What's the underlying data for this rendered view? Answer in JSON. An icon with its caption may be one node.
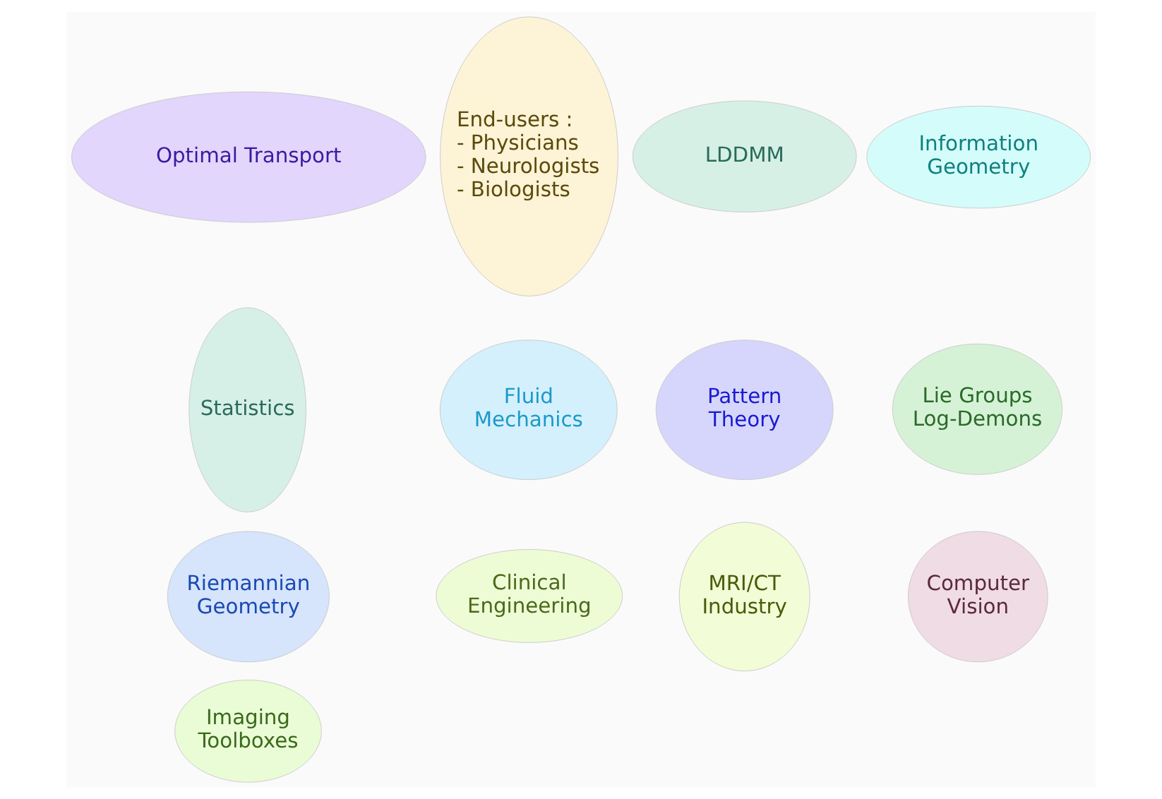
{
  "diagram": {
    "nodes": [
      {
        "text": [
          "Fluid Mechanics"
        ]
      },
      {
        "text": [
          "Information Geometry"
        ]
      },
      {
        "text": [
          "MRI/CT Industry"
        ]
      },
      {
        "text": [
          "End-users :",
          "- Physicians",
          "- Neurologists",
          "- Biologists"
        ]
      },
      {
        "text": [
          "Riemannian Geometry"
        ]
      },
      {
        "text": [
          "Statistics"
        ]
      },
      {
        "text": [
          "Lie Groups Log-Demons"
        ]
      },
      {
        "text": [
          "Imaging Toolboxes"
        ]
      },
      {
        "text": [
          "Pattern Theory"
        ]
      },
      {
        "text": [
          "LDDMM"
        ]
      },
      {
        "text": [
          "Clinical Engineering"
        ]
      },
      {
        "text": [
          "Optimal Transport"
        ]
      },
      {
        "text": [
          "Computer Vision"
        ]
      }
    ],
    "edges": []
  }
}
